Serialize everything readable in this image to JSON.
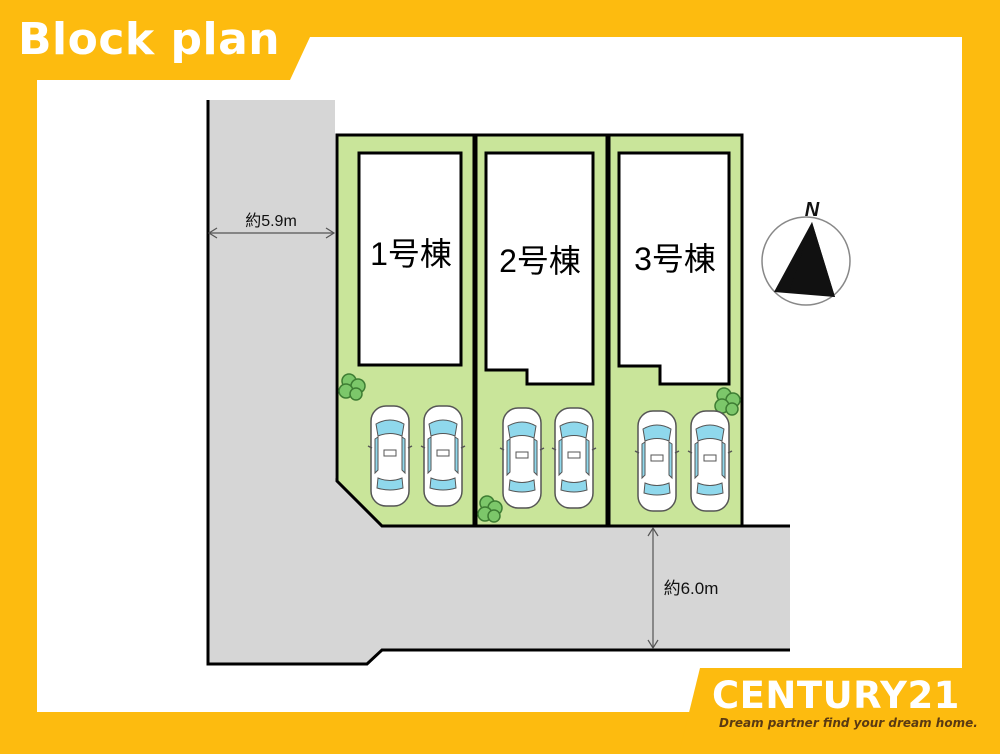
{
  "header": {
    "title": "Block plan"
  },
  "lots": [
    {
      "label": "1号棟"
    },
    {
      "label": "2号棟"
    },
    {
      "label": "3号棟"
    }
  ],
  "roads": {
    "west_width": "約5.9m",
    "south_width": "約6.0m"
  },
  "compass": {
    "north_label": "N"
  },
  "brand": {
    "name": "CENTURY21",
    "tagline": "Dream partner find your dream home."
  },
  "colors": {
    "frame": "#fdbb0f",
    "lot_fill": "#c9e59a",
    "road_fill": "#d6d6d6",
    "car_accent": "#8fd8ec",
    "tree": "#7cc76a"
  }
}
